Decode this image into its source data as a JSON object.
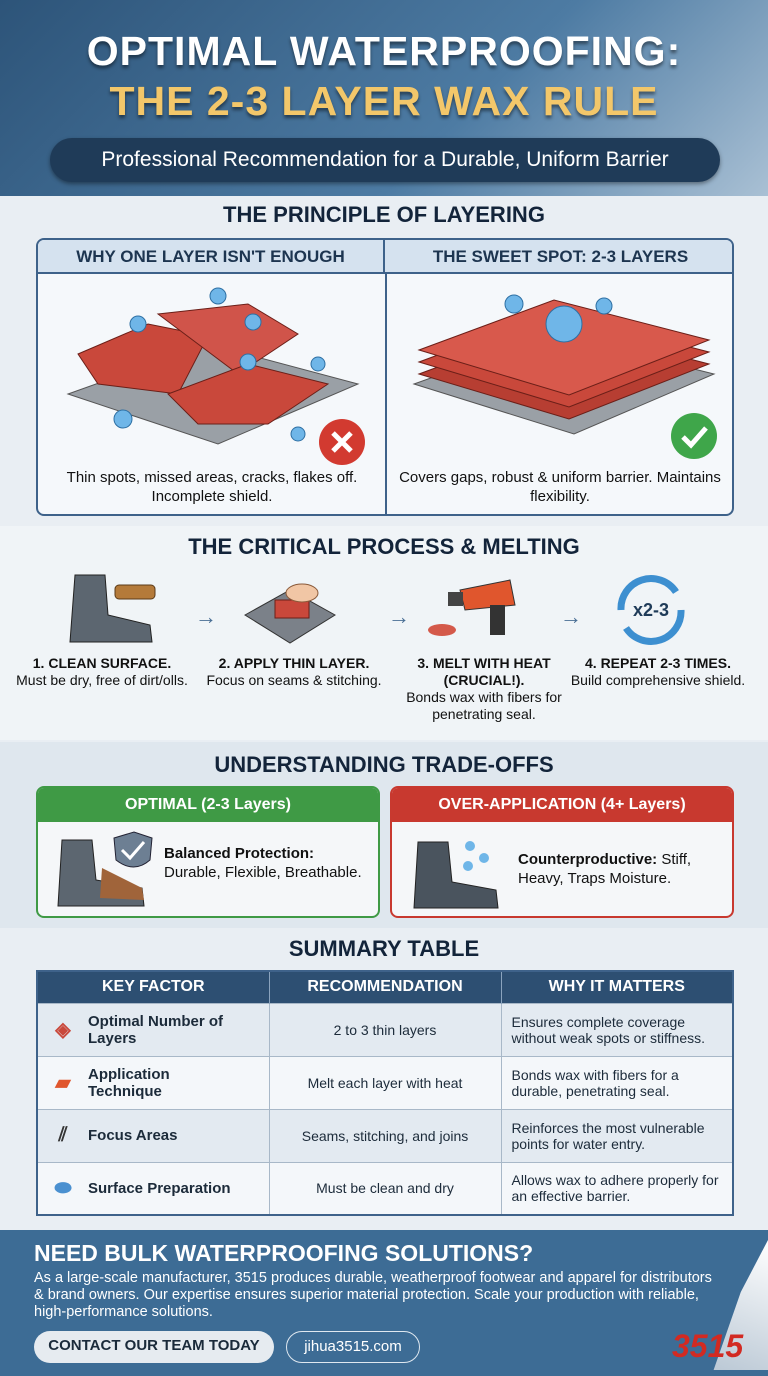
{
  "header": {
    "title_line1": "OPTIMAL WATERPROOFING:",
    "title_line2": "THE 2-3 LAYER WAX RULE",
    "subtitle": "Professional Recommendation for a Durable, Uniform Barrier"
  },
  "principle": {
    "title": "THE PRINCIPLE OF LAYERING",
    "left": {
      "header": "WHY ONE LAYER ISN'T ENOUGH",
      "caption": "Thin spots, missed areas, cracks, flakes off. Incomplete shield.",
      "icon": "x-circle-icon"
    },
    "right": {
      "header": "THE SWEET SPOT: 2-3 LAYERS",
      "caption": "Covers gaps, robust & uniform barrier. Maintains flexibility.",
      "icon": "check-circle-icon"
    }
  },
  "process": {
    "title": "THE CRITICAL PROCESS & MELTING",
    "steps": [
      {
        "title": "1. CLEAN SURFACE.",
        "text": "Must be dry, free of dirt/olls.",
        "icon": "boot-brush-icon"
      },
      {
        "title": "2. APPLY THIN LAYER.",
        "text": "Focus on seams & stitching.",
        "icon": "wax-block-icon"
      },
      {
        "title": "3. MELT WITH HEAT (CRUCIAL!).",
        "text": "Bonds wax with fibers for penetrating seal.",
        "icon": "heat-gun-icon"
      },
      {
        "title": "4. REPEAT 2-3 TIMES.",
        "text": "Build comprehensive shield.",
        "icon": "repeat-icon",
        "badge": "x2-3"
      }
    ]
  },
  "tradeoffs": {
    "title": "UNDERSTANDING TRADE-OFFS",
    "optimal": {
      "header": "OPTIMAL (2-3 Layers)",
      "lead": "Balanced Protection:",
      "text": "Durable, Flexible, Breathable.",
      "color": "#3f9a45"
    },
    "over": {
      "header": "OVER-APPLICATION (4+ Layers)",
      "lead": "Counterproductive:",
      "text": "Stiff, Heavy, Traps Moisture.",
      "color": "#c8392f"
    }
  },
  "summary": {
    "title": "SUMMARY TABLE",
    "columns": [
      "KEY FACTOR",
      "RECOMMENDATION",
      "WHY IT MATTERS"
    ],
    "rows": [
      {
        "factor": "Optimal Number of Layers",
        "rec": "2 to 3 thin layers",
        "why": "Ensures complete coverage without weak spots or stiffness.",
        "icon": "layers-icon"
      },
      {
        "factor": "Application Technique",
        "rec": "Melt each layer with heat",
        "why": "Bonds wax with fibers for a durable, penetrating seal.",
        "icon": "heat-gun-icon"
      },
      {
        "factor": "Focus Areas",
        "rec": "Seams, stitching, and joins",
        "why": "Reinforces the most vulnerable points for water entry.",
        "icon": "stitching-icon"
      },
      {
        "factor": "Surface Preparation",
        "rec": "Must be clean and dry",
        "why": "Allows wax to adhere properly for an effective barrier.",
        "icon": "sponge-icon"
      }
    ]
  },
  "footer": {
    "title": "NEED BULK WATERPROOFING SOLUTIONS?",
    "text": "As a large-scale manufacturer, 3515 produces durable, weatherproof footwear and apparel for distributors & brand owners. Our expertise ensures superior material protection. Scale your production with reliable, high-performance solutions.",
    "cta": "CONTACT OUR TEAM TODAY",
    "website": "jihua3515.com",
    "logo": "3515"
  },
  "colors": {
    "navy": "#1f3b58",
    "gold": "#f3c76a",
    "wax_red": "#c9483b",
    "green": "#3f9a45",
    "red": "#c8392f"
  }
}
